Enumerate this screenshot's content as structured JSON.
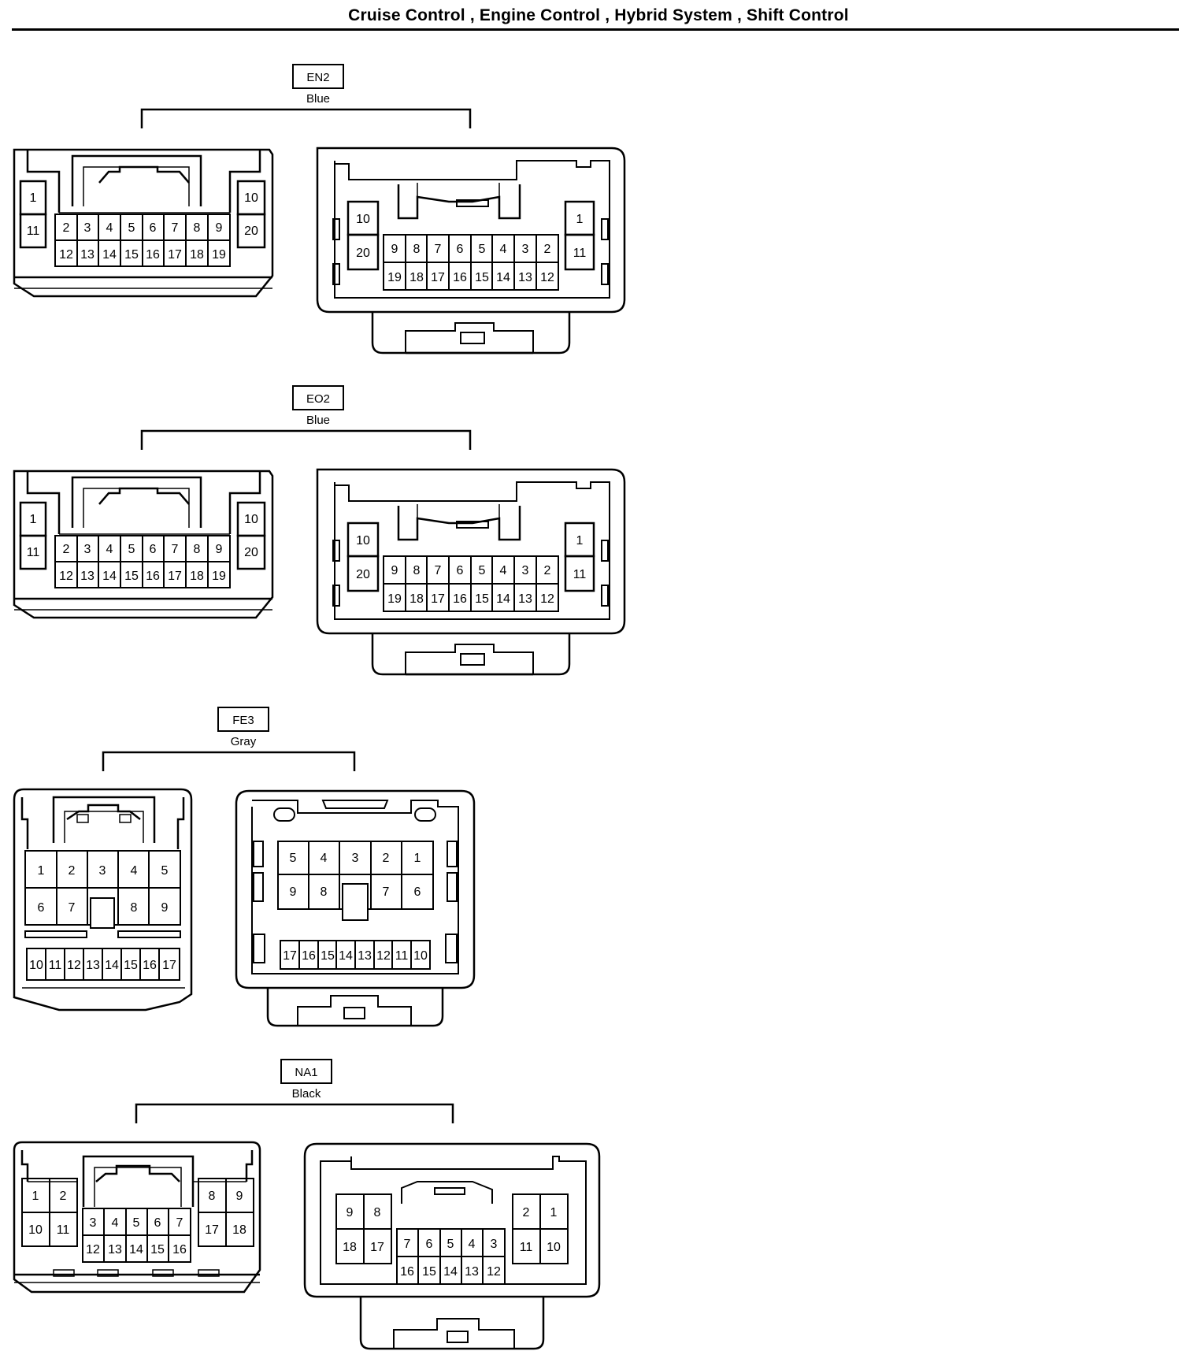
{
  "header": {
    "title": "Cruise Control , Engine Control , Hybrid System , Shift Control"
  },
  "connectors": [
    {
      "code": "EN2",
      "color": "Blue"
    },
    {
      "code": "EO2",
      "color": "Blue"
    },
    {
      "code": "FE3",
      "color": "Gray"
    },
    {
      "code": "NA1",
      "color": "Black"
    }
  ]
}
